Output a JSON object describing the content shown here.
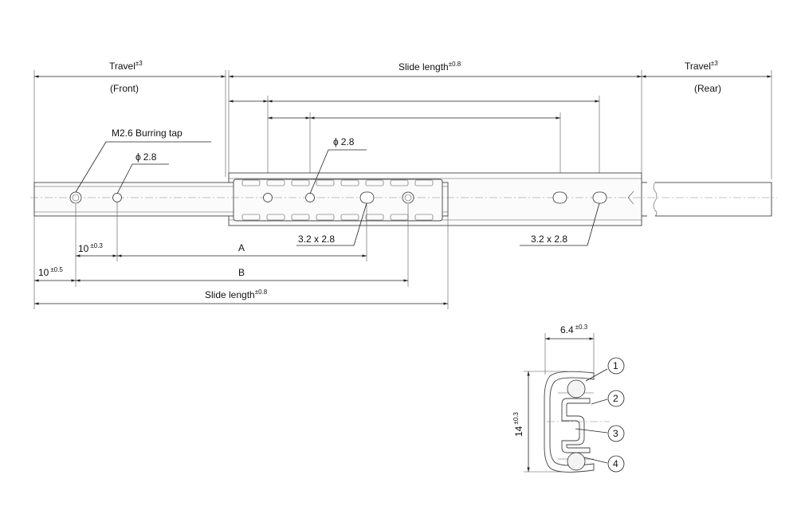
{
  "labels": {
    "travel": "Travel",
    "tol_travel": "±3",
    "front": "(Front)",
    "rear": "(Rear)",
    "slide_length": "Slide length",
    "tol_slide": "±0.8",
    "burring_tap": "M2.6 Burring tap",
    "phi": "ϕ",
    "hole_dia": "2.8",
    "slot": "3.2 x 2.8",
    "ten": "10",
    "tol_03": "±0.3",
    "tol_05": "±0.5",
    "dim_a": "A",
    "dim_b": "B",
    "width": "6.4",
    "height": "14",
    "balloons": [
      "1",
      "2",
      "3",
      "4"
    ]
  },
  "colors": {
    "line": "#222222",
    "background": "#ffffff"
  }
}
